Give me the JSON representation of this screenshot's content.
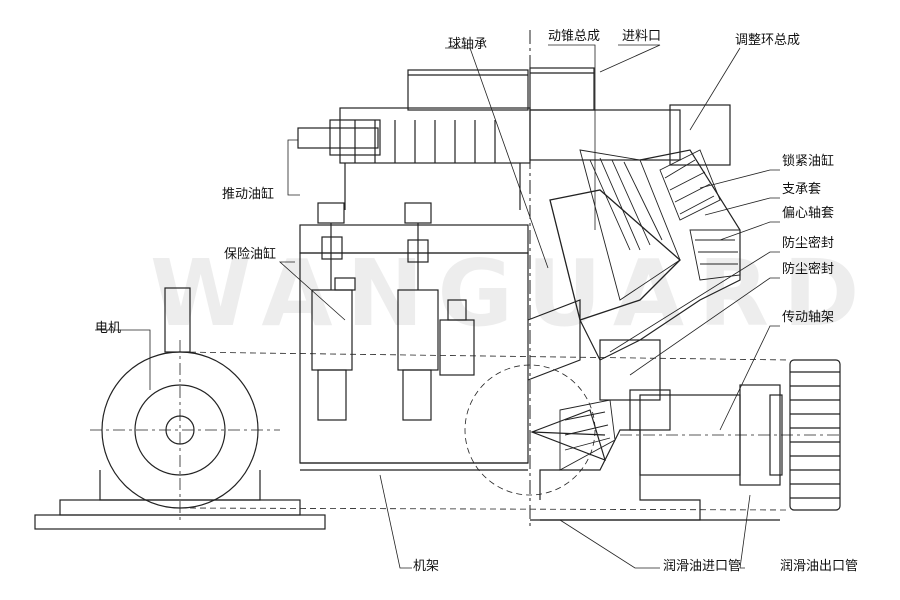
{
  "watermark": "WANGUARD",
  "labels": {
    "ball_bearing": "球轴承",
    "moving_cone": "动锥总成",
    "feed_inlet": "进料口",
    "adjust_ring": "调整环总成",
    "push_cylinder": "推动油缸",
    "lock_cylinder": "锁紧油缸",
    "support_sleeve": "支承套",
    "eccentric_sleeve": "偏心轴套",
    "dust_seal_1": "防尘密封",
    "dust_seal_2": "防尘密封",
    "safety_cylinder": "保险油缸",
    "motor": "电机",
    "drive_shaft_frame": "传动轴架",
    "frame": "机架",
    "lube_inlet_pipe": "润滑油进口管",
    "lube_outlet_pipe": "润滑油出口管"
  }
}
